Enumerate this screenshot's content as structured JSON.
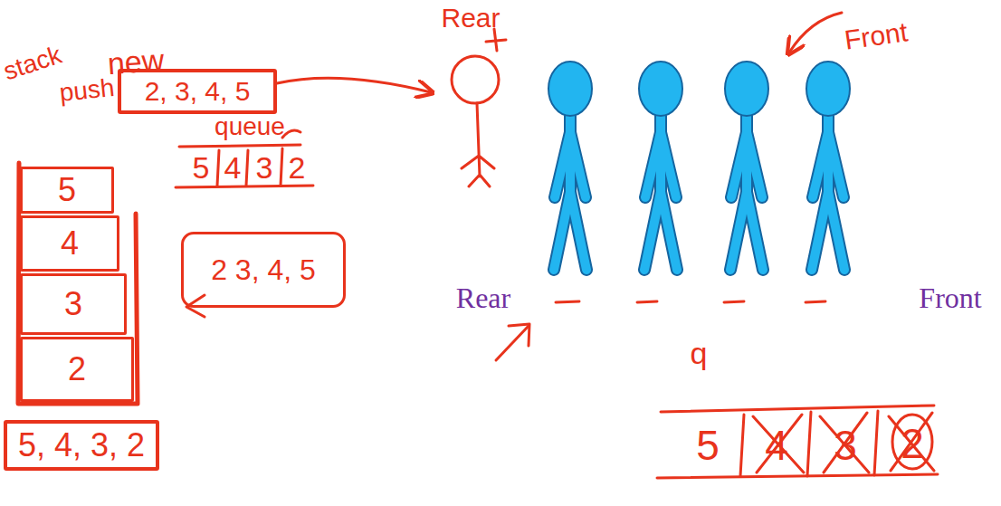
{
  "diagram": {
    "nodes": [
      {
        "text": [
          "2, 3, 4, 5"
        ]
      },
      {
        "text": [
          "5"
        ]
      },
      {
        "text": [
          "4"
        ]
      },
      {
        "text": [
          "3"
        ]
      },
      {
        "text": [
          "2"
        ]
      },
      {
        "text": [
          "2 3, 4, 5"
        ]
      },
      {
        "text": [
          "5, 4, 3, 2"
        ]
      }
    ],
    "labels": [
      "new",
      "Rear",
      "Front",
      "stack",
      "push",
      "queue",
      "5",
      "4",
      "3",
      "2",
      "Rear",
      "Front",
      "q",
      "5",
      "4",
      "3",
      "2"
    ]
  }
}
